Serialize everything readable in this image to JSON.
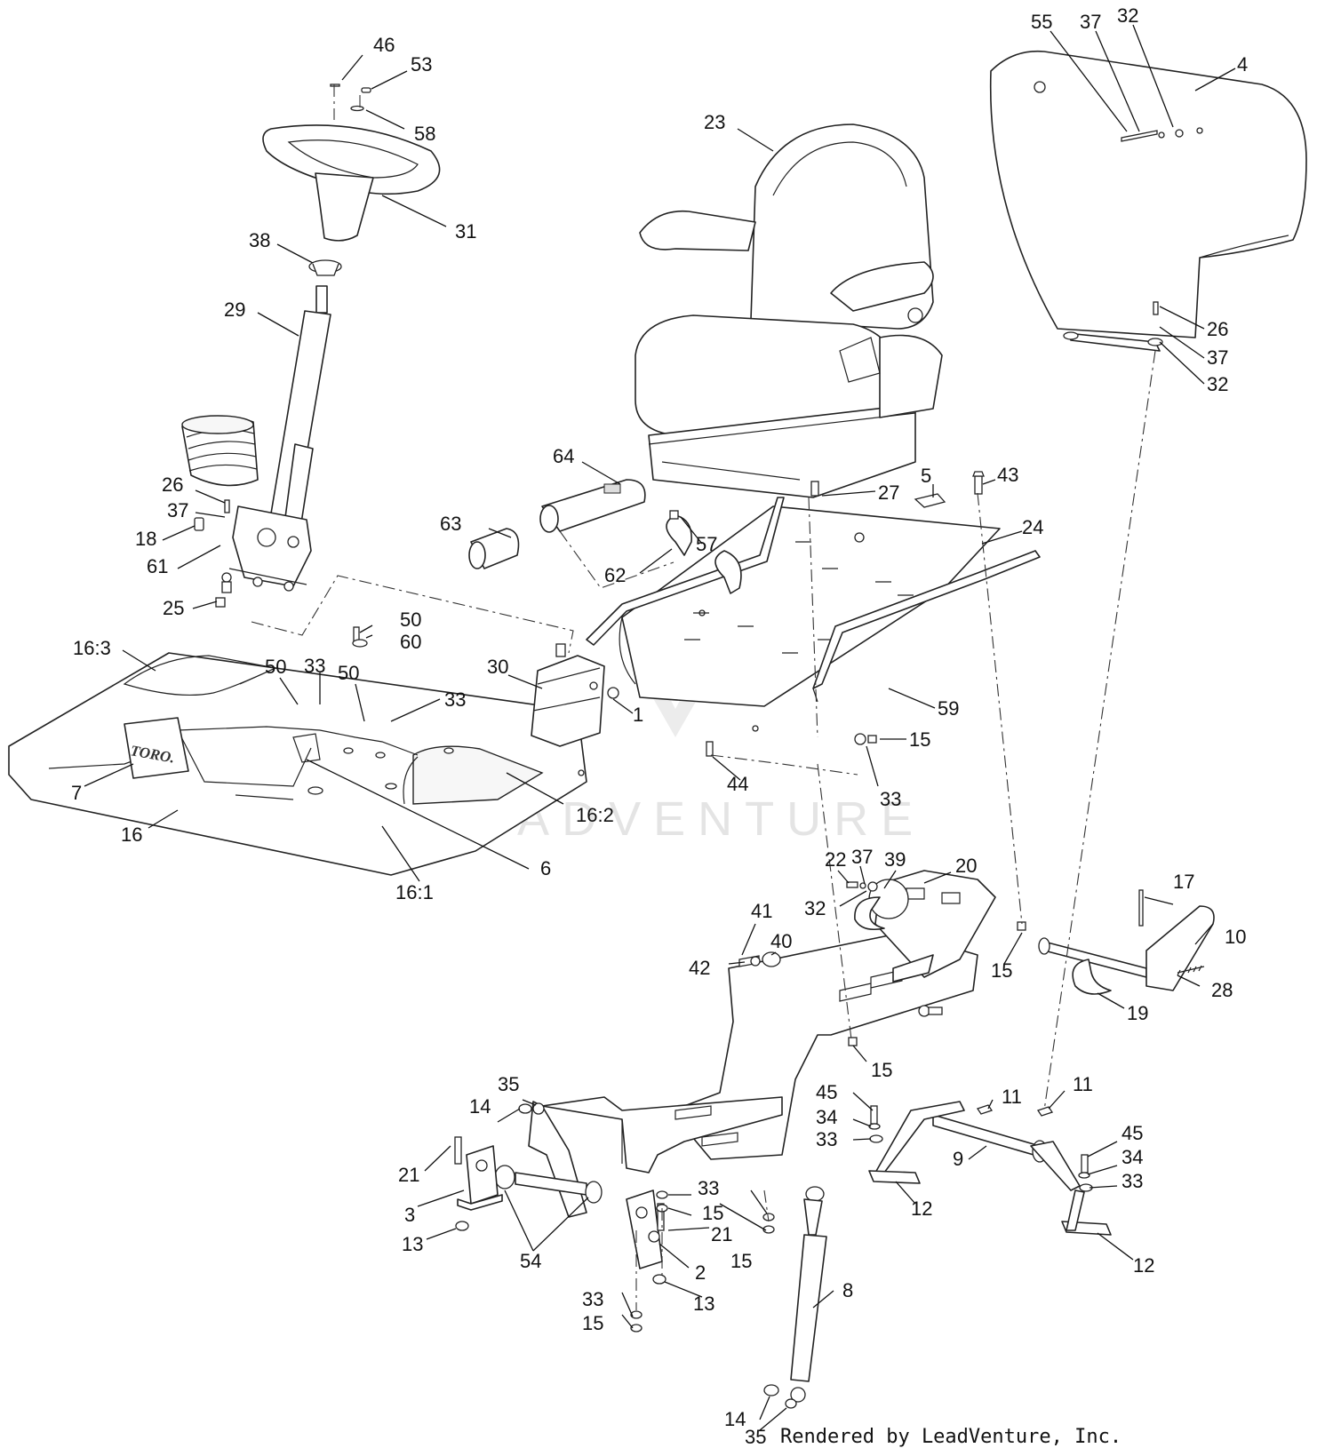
{
  "diagram": {
    "callouts": [
      {
        "id": "c1",
        "text": "46"
      },
      {
        "id": "c2",
        "text": "53"
      },
      {
        "id": "c3",
        "text": "58"
      },
      {
        "id": "c4",
        "text": "31"
      },
      {
        "id": "c5",
        "text": "38"
      },
      {
        "id": "c6",
        "text": "29"
      },
      {
        "id": "c7",
        "text": "26"
      },
      {
        "id": "c8",
        "text": "37"
      },
      {
        "id": "c9",
        "text": "18"
      },
      {
        "id": "c10",
        "text": "61"
      },
      {
        "id": "c11",
        "text": "25"
      },
      {
        "id": "c12",
        "text": "16:3"
      },
      {
        "id": "c13",
        "text": "50"
      },
      {
        "id": "c14",
        "text": "33"
      },
      {
        "id": "c15",
        "text": "50"
      },
      {
        "id": "c16",
        "text": "50"
      },
      {
        "id": "c17",
        "text": "60"
      },
      {
        "id": "c18",
        "text": "33"
      },
      {
        "id": "c19",
        "text": "7"
      },
      {
        "id": "c20",
        "text": "16"
      },
      {
        "id": "c21",
        "text": "16:1"
      },
      {
        "id": "c22",
        "text": "6"
      },
      {
        "id": "c23",
        "text": "16:2"
      },
      {
        "id": "c24",
        "text": "30"
      },
      {
        "id": "c25",
        "text": "1"
      },
      {
        "id": "c26",
        "text": "64"
      },
      {
        "id": "c27",
        "text": "63"
      },
      {
        "id": "c28",
        "text": "62"
      },
      {
        "id": "c29",
        "text": "57"
      },
      {
        "id": "c30",
        "text": "23"
      },
      {
        "id": "c31",
        "text": "27"
      },
      {
        "id": "c32",
        "text": "5"
      },
      {
        "id": "c33",
        "text": "43"
      },
      {
        "id": "c34",
        "text": "24"
      },
      {
        "id": "c35",
        "text": "59"
      },
      {
        "id": "c36",
        "text": "44"
      },
      {
        "id": "c37",
        "text": "15"
      },
      {
        "id": "c38",
        "text": "33"
      },
      {
        "id": "c39",
        "text": "55"
      },
      {
        "id": "c40",
        "text": "37"
      },
      {
        "id": "c41",
        "text": "32"
      },
      {
        "id": "c42",
        "text": "4"
      },
      {
        "id": "c43",
        "text": "26"
      },
      {
        "id": "c44",
        "text": "37"
      },
      {
        "id": "c45",
        "text": "32"
      },
      {
        "id": "c46",
        "text": "22"
      },
      {
        "id": "c47",
        "text": "37"
      },
      {
        "id": "c48",
        "text": "39"
      },
      {
        "id": "c49",
        "text": "20"
      },
      {
        "id": "c50",
        "text": "32"
      },
      {
        "id": "c51",
        "text": "41"
      },
      {
        "id": "c52",
        "text": "40"
      },
      {
        "id": "c53",
        "text": "42"
      },
      {
        "id": "c54",
        "text": "15"
      },
      {
        "id": "c55",
        "text": "17"
      },
      {
        "id": "c56",
        "text": "10"
      },
      {
        "id": "c57",
        "text": "28"
      },
      {
        "id": "c58",
        "text": "19"
      },
      {
        "id": "c59",
        "text": "15"
      },
      {
        "id": "c60",
        "text": "14"
      },
      {
        "id": "c61",
        "text": "35"
      },
      {
        "id": "c62",
        "text": "21"
      },
      {
        "id": "c63",
        "text": "3"
      },
      {
        "id": "c64",
        "text": "13"
      },
      {
        "id": "c65",
        "text": "54"
      },
      {
        "id": "c66",
        "text": "33"
      },
      {
        "id": "c67",
        "text": "15"
      },
      {
        "id": "c68",
        "text": "21"
      },
      {
        "id": "c69",
        "text": "15"
      },
      {
        "id": "c70",
        "text": "2"
      },
      {
        "id": "c71",
        "text": "13"
      },
      {
        "id": "c72",
        "text": "33"
      },
      {
        "id": "c73",
        "text": "15"
      },
      {
        "id": "c74",
        "text": "8"
      },
      {
        "id": "c75",
        "text": "45"
      },
      {
        "id": "c76",
        "text": "34"
      },
      {
        "id": "c77",
        "text": "33"
      },
      {
        "id": "c78",
        "text": "11"
      },
      {
        "id": "c79",
        "text": "11"
      },
      {
        "id": "c80",
        "text": "9"
      },
      {
        "id": "c81",
        "text": "12"
      },
      {
        "id": "c82",
        "text": "45"
      },
      {
        "id": "c83",
        "text": "34"
      },
      {
        "id": "c84",
        "text": "33"
      },
      {
        "id": "c85",
        "text": "12"
      },
      {
        "id": "c86",
        "text": "14"
      },
      {
        "id": "c87",
        "text": "35"
      }
    ],
    "logo_text": "TORO.",
    "watermark_text": "LEADVENTURE",
    "footer_text": "Rendered by LeadVenture, Inc."
  }
}
